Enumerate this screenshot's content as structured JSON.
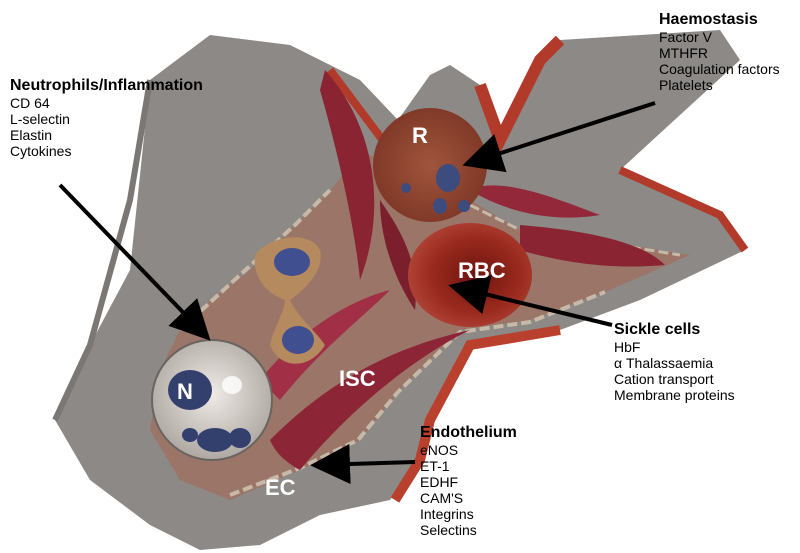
{
  "callouts": {
    "neutrophils": {
      "heading": "Neutrophils/Inflammation",
      "items": [
        "CD 64",
        "L-selectin",
        "Elastin",
        "Cytokines"
      ]
    },
    "haemostasis": {
      "heading": "Haemostasis",
      "items": [
        "Factor V",
        "MTHFR",
        "Coagulation factors",
        "Platelets"
      ]
    },
    "sickle": {
      "heading": "Sickle cells",
      "items": [
        "HbF",
        "α Thalassaemia",
        "Cation transport",
        "Membrane proteins"
      ]
    },
    "endothelium": {
      "heading": "Endothelium",
      "items": [
        "eNOS",
        "ET-1",
        "EDHF",
        "CAM'S",
        "Integrins",
        "Selectins"
      ]
    }
  },
  "cell_labels": {
    "r": "R",
    "rbc": "RBC",
    "isc": "ISC",
    "n": "N",
    "ec": "EC"
  },
  "colors": {
    "vessel_wall": "#8a8886",
    "vessel_rim": "#b23a2a",
    "lumen": "#9e6a5e",
    "sickle_cell": "#8a2433",
    "rbc": "#9a2a1e",
    "neutrophil": "#c9c2bc",
    "nucleus": "#3a4a80",
    "arrow": "#000000"
  }
}
